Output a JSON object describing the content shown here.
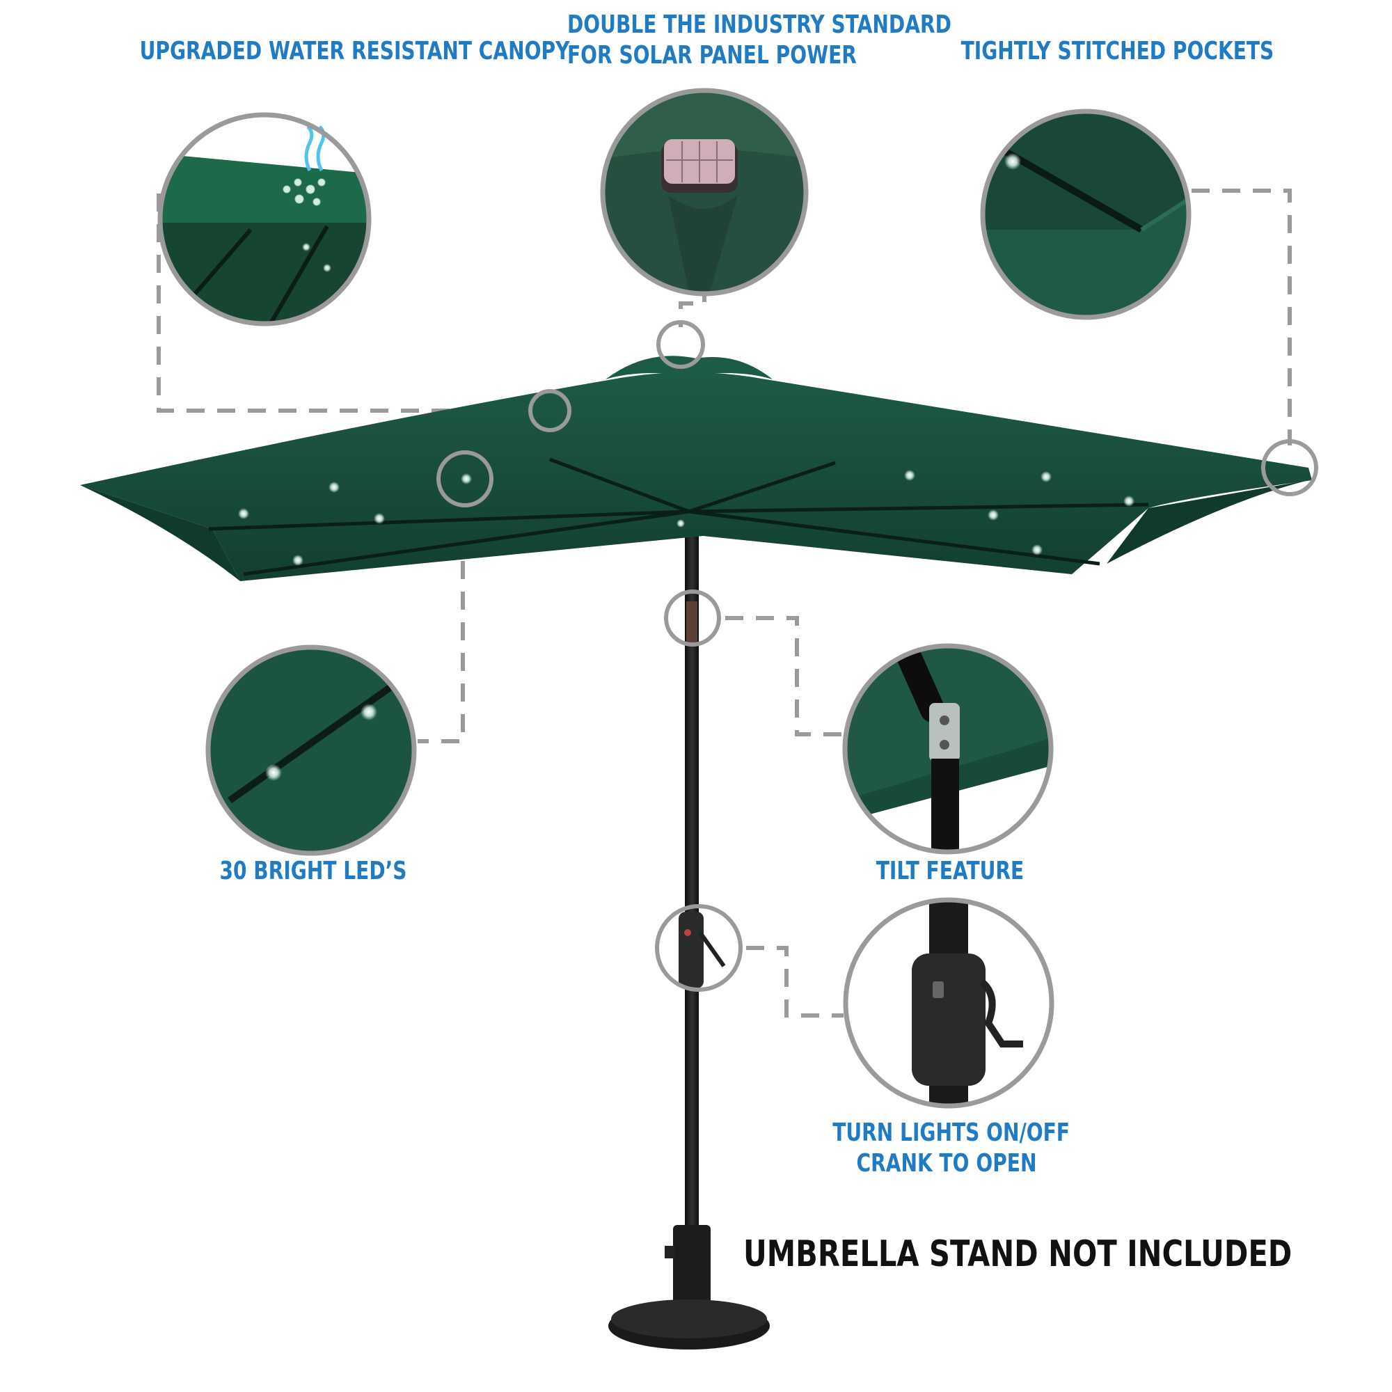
{
  "features": {
    "canopy": {
      "label": "UPGRADED WATER RESISTANT CANOPY"
    },
    "solar": {
      "line1": "DOUBLE THE INDUSTRY STANDARD",
      "line2": "FOR SOLAR PANEL POWER"
    },
    "pockets": {
      "label": "TIGHTLY STITCHED POCKETS"
    },
    "leds": {
      "label": "30 BRIGHT LED’S"
    },
    "tilt": {
      "label": "TILT FEATURE"
    },
    "crank": {
      "line1": "TURN LIGHTS ON/OFF",
      "line2": "CRANK TO OPEN"
    }
  },
  "disclaimer": "UMBRELLA STAND NOT INCLUDED",
  "colors": {
    "label_blue": "#1e7bc4",
    "canopy_green": "#164d3a",
    "callout_gray": "#9a9a9a",
    "pole_black": "#1a1a1a"
  }
}
